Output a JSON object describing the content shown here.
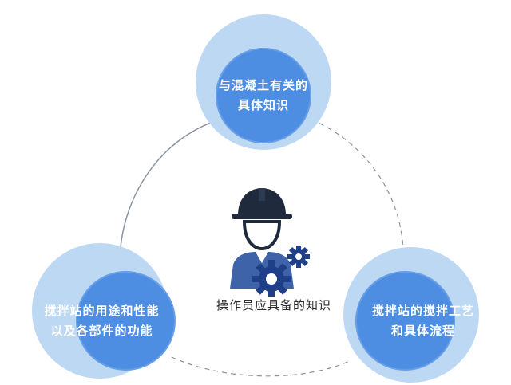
{
  "diagram": {
    "center_label": "操作员应具备的知识",
    "nodes": [
      {
        "id": "top",
        "line1": "与混凝土有关的",
        "line2": "具体知识"
      },
      {
        "id": "left",
        "line1": "搅拌站的用途和性能",
        "line2": "以及各部件的功能"
      },
      {
        "id": "right",
        "line1": "搅拌站的搅拌工艺",
        "line2": "和具体流程"
      }
    ],
    "icon": "worker-with-hardhat-and-gear-icon"
  },
  "colors": {
    "node_outer": "#bdd8f3",
    "node_inner": "#4d8ee2",
    "worker_dark": "#1f2a3c",
    "worker_body": "#3f63a8",
    "gear": "#1f3f88",
    "ring": "#7f8a96"
  }
}
